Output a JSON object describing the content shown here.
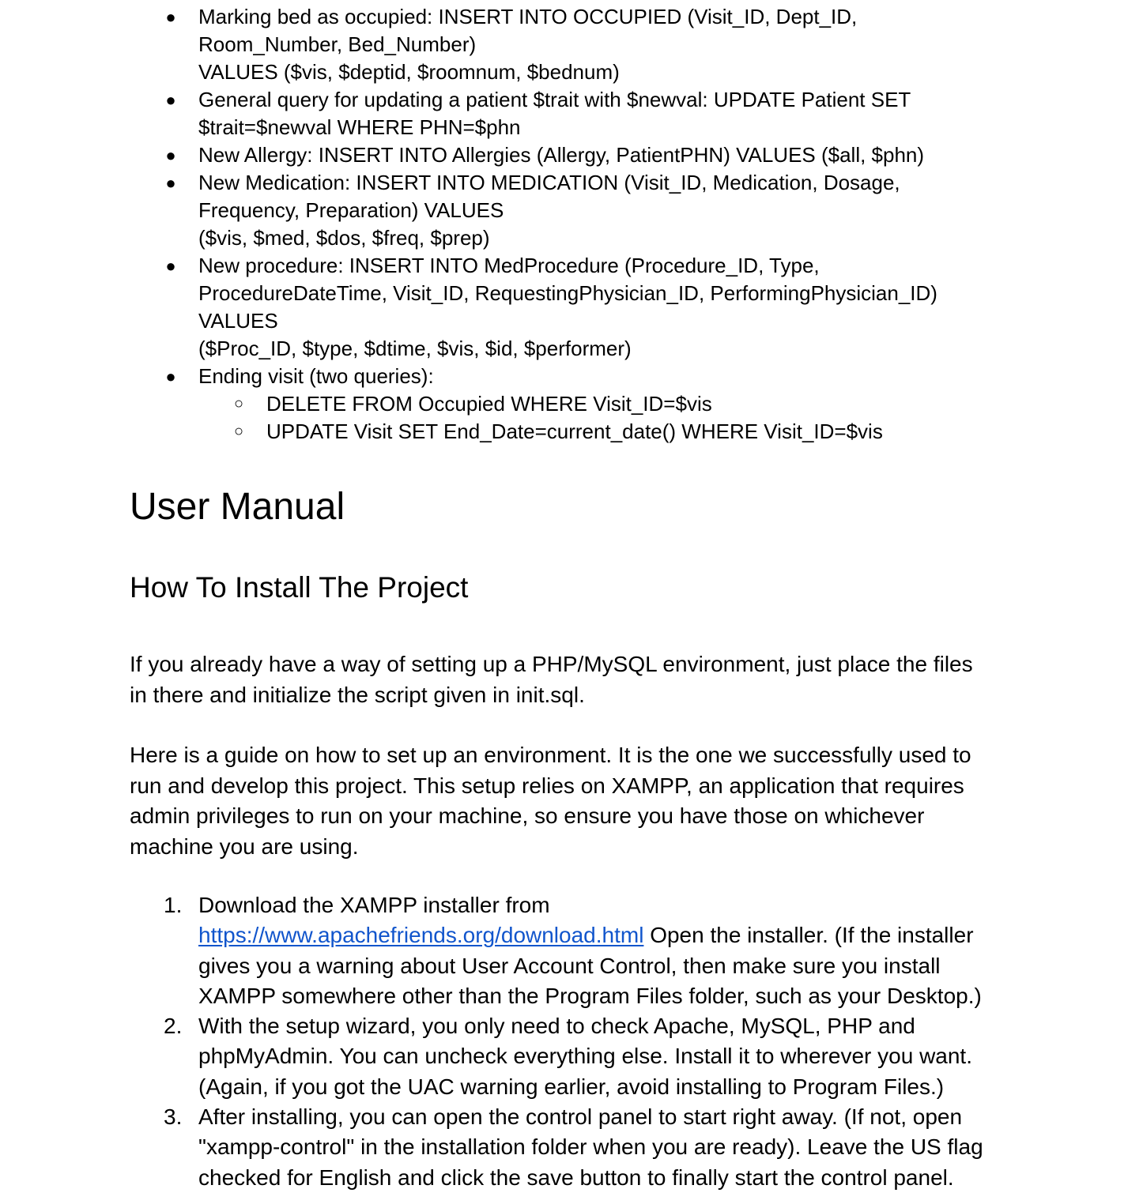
{
  "bullets": [
    {
      "lines": [
        "Marking bed as occupied: INSERT INTO OCCUPIED (Visit_ID, Dept_ID,",
        "Room_Number, Bed_Number)",
        "VALUES ($vis, $deptid, $roomnum, $bednum)"
      ]
    },
    {
      "lines": [
        "General query for updating a patient $trait with $newval: UPDATE Patient SET",
        "$trait=$newval WHERE PHN=$phn"
      ]
    },
    {
      "lines": [
        "New Allergy: INSERT INTO Allergies (Allergy, PatientPHN) VALUES ($all, $phn)"
      ]
    },
    {
      "lines": [
        "New Medication: INSERT INTO MEDICATION (Visit_ID, Medication, Dosage,",
        "Frequency, Preparation) VALUES",
        "($vis, $med, $dos, $freq, $prep)"
      ]
    },
    {
      "lines": [
        "New procedure: INSERT INTO MedProcedure (Procedure_ID, Type,",
        "ProcedureDateTime, Visit_ID, RequestingPhysician_ID, PerformingPhysician_ID)",
        "VALUES",
        "($Proc_ID, $type, $dtime, $vis, $id, $performer)"
      ]
    },
    {
      "lines": [
        "Ending visit (two queries):"
      ],
      "subitems": [
        "DELETE FROM Occupied WHERE Visit_ID=$vis",
        "UPDATE Visit SET End_Date=current_date() WHERE Visit_ID=$vis"
      ]
    }
  ],
  "heading1": "User Manual",
  "heading2": "How To Install The Project",
  "paragraph1": [
    "If you already have a way of setting up a PHP/MySQL environment, just place the files",
    "in there and initialize the script given in init.sql."
  ],
  "paragraph2": [
    "Here is a guide on how to set up an environment. It is the one we successfully used to",
    "run and develop this project. This setup relies on XAMPP, an application that requires",
    "admin privileges to run on your machine, so ensure you have those on whichever",
    "machine you are using."
  ],
  "steps": [
    {
      "number": "1.",
      "line1": "Download the XAMPP installer from",
      "link": "https://www.apachefriends.org/download.html",
      "line2_rest": " Open the installer. (If the installer",
      "lines_after": [
        "gives you a warning about User Account Control, then make sure you install",
        "XAMPP somewhere other than the Program Files folder, such as your Desktop.)"
      ]
    },
    {
      "number": "2.",
      "lines": [
        "With the setup wizard, you only need to check Apache, MySQL, PHP and",
        "phpMyAdmin. You can uncheck everything else. Install it to wherever you want.",
        "(Again, if you got the UAC warning earlier, avoid installing to Program Files.)"
      ]
    },
    {
      "number": "3.",
      "lines": [
        "After installing, you can open the control panel to start right away. (If not, open",
        "\"xampp-control\" in the installation folder when you are ready). Leave the US flag",
        "checked for English and click the save button to finally start the control panel."
      ]
    }
  ],
  "bullet_glyph": "●",
  "sub_bullet_glyph": "○",
  "link_color": "#1155cc"
}
